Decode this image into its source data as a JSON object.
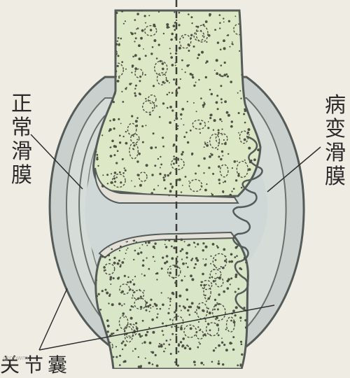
{
  "labels": {
    "normal_synovium": "正常滑膜",
    "diseased_synovium": "病变滑膜",
    "joint_capsule": "关节囊"
  },
  "watermark": "@nowm",
  "colors": {
    "background": "#efece3",
    "bone": "#dde8c6",
    "cartilage": "#e4e2d8",
    "joint_cavity": "#cfd8d6",
    "capsule": "#c9d0ce",
    "outline": "#555b58",
    "dots": "#4f4f44"
  }
}
